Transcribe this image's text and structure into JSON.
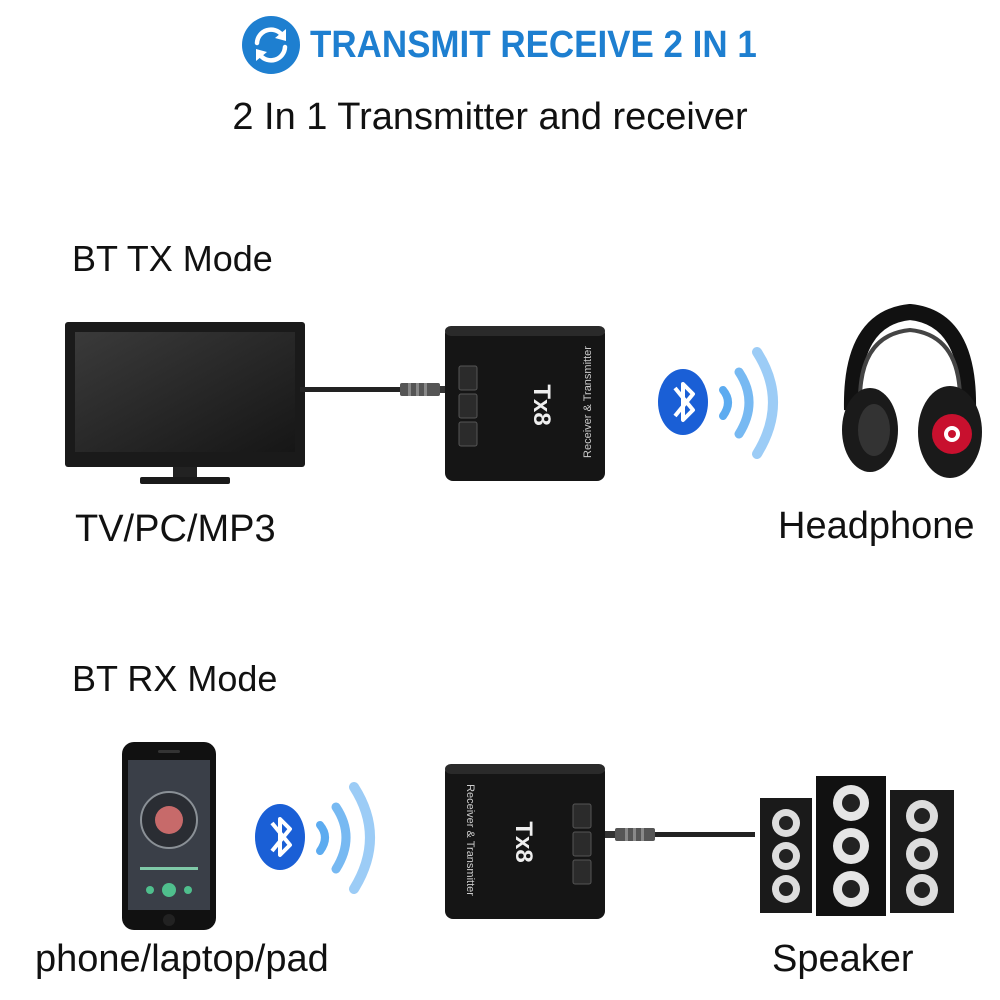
{
  "header": {
    "title": "TRANSMIT RECEIVE 2 IN 1",
    "icon": "sync-arrows-icon",
    "accent_color": "#1e7fd0"
  },
  "subtitle": "2 In 1 Transmitter and receiver",
  "tx_mode": {
    "label": "BT TX Mode",
    "source_label": "TV/PC/MP3",
    "target_label": "Headphone",
    "device_model": "Tx8",
    "device_subtext": "Receiver & Transmitter"
  },
  "rx_mode": {
    "label": "BT RX Mode",
    "source_label": "phone/laptop/pad",
    "target_label": "Speaker",
    "device_model": "Tx8",
    "device_subtext": "Receiver & Transmitter"
  },
  "colors": {
    "bluetooth": "#1a5fd6",
    "signal_wave": "#4aa2ee",
    "device_body": "#151515"
  }
}
